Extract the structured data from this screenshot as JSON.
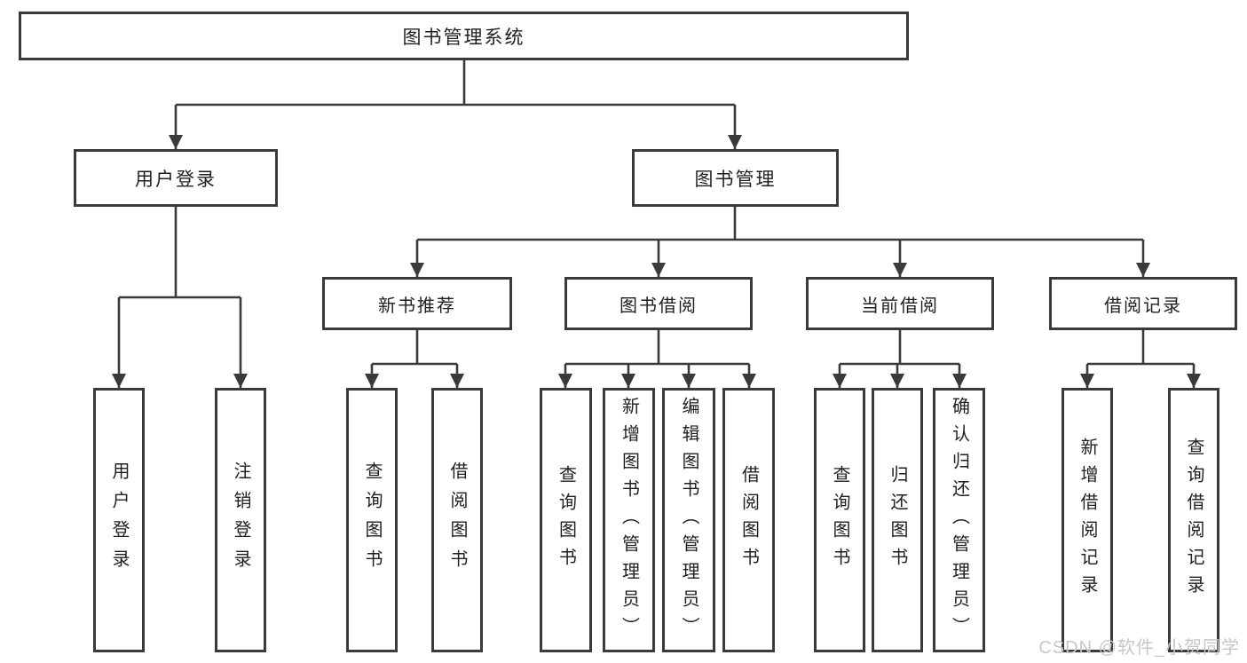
{
  "diagram": {
    "root": "图书管理系统",
    "user_branch": {
      "label": "用户登录",
      "children": [
        "用户登录",
        "注销登录"
      ]
    },
    "book_branch": {
      "label": "图书管理",
      "modules": [
        {
          "label": "新书推荐",
          "children": [
            "查询图书",
            "借阅图书"
          ]
        },
        {
          "label": "图书借阅",
          "children": [
            "查询图书",
            "新增图书（管理员）",
            "编辑图书（管理员）",
            "借阅图书"
          ]
        },
        {
          "label": "当前借阅",
          "children": [
            "查询图书",
            "归还图书",
            "确认归还（管理员）"
          ]
        },
        {
          "label": "借阅记录",
          "children": [
            "新增借阅记录",
            "查询借阅记录"
          ]
        }
      ]
    }
  },
  "watermark": "CSDN @软件_小贺同学",
  "colors": {
    "line": "#3a3a3a",
    "text": "#1f1f1f",
    "watermark": "#c7c7c7",
    "background": "#ffffff"
  }
}
